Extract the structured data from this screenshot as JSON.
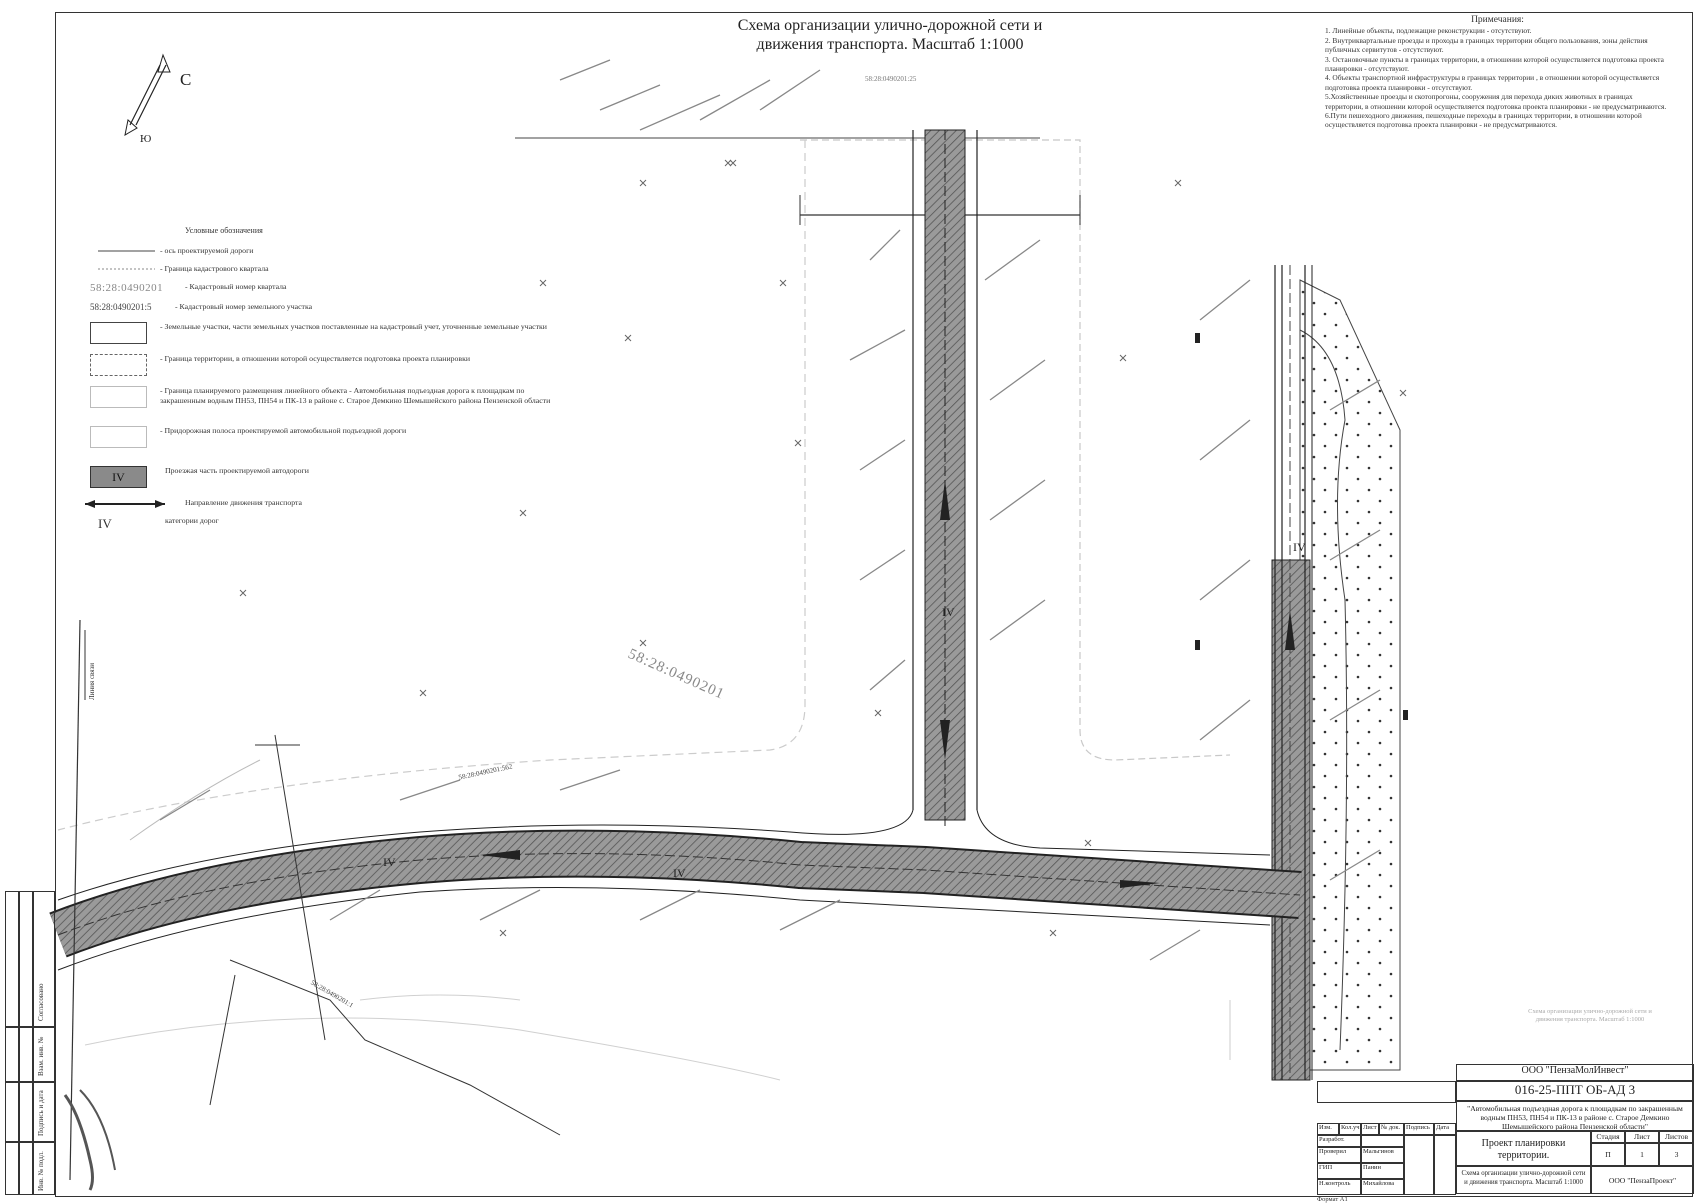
{
  "drawing": {
    "title_line1": "Схема организации улично-дорожной сети и",
    "title_line2": "движения транспорта. Масштаб 1:1000"
  },
  "compass": {
    "north": "С",
    "south": "Ю"
  },
  "notes": {
    "header": "Примечания:",
    "items": [
      "1. Линейные объекты, подлежащие реконструкции - отсутствуют.",
      "2. Внутриквартальные проезды и проходы в границах территории общего пользования, зоны действия публичных сервитутов - отсутствуют.",
      "3. Остановочные пункты в границах территории, в отношении которой осуществляется подготовка проекта планировки - отсутствуют.",
      "4. Объекты транспортной инфраструктуры в границах территории , в отношении которой осуществляется подготовка проекта планировки - отсутствуют.",
      "5.Хозяйственные проезды и скотопрогоны, сооружения для перехода диких животных в границах территории, в отношении которой осуществляется подготовка проекта планировки - не предусматриваются.",
      "6.Пути пешеходного движения, пешеходные переходы в границах территории, в отношении которой осуществляется подготовка проекта планировки - не предусматриваются."
    ]
  },
  "legend": {
    "header": "Условные обозначения",
    "items": [
      {
        "symbol": "",
        "text": "- ось проектируемой дороги"
      },
      {
        "symbol": "",
        "text": "- Граница кадастрового квартала"
      },
      {
        "symbol": "58:28:0490201",
        "text": "- Кадастровый номер квартала"
      },
      {
        "symbol": "58:28:0490201:5",
        "text": "- Кадастровый номер земельного участка"
      },
      {
        "symbol": "",
        "text": "- Земельные участки, части земельных участков поставленные на кадастровый учет, уточненные земельные участки"
      },
      {
        "symbol": "",
        "text": "- Граница территории, в отношении которой осуществляется подготовка проекта планировки"
      },
      {
        "symbol": "",
        "text": "- Граница планируемого размещения линейного объекта - Автомобильная подъездная дорога к площадкам по закрашенным водным ПН53, ПН54 и ПК-13 в районе с. Старое Демкино Шемышейского района Пензенской области"
      },
      {
        "symbol": "",
        "text": "- Придорожная полоса проектируемой автомобильной подъездной дороги"
      },
      {
        "symbol": "IV",
        "text": "Проезжая часть проектируемой автодороги"
      },
      {
        "symbol": "",
        "text": "Направление движения транспорта"
      },
      {
        "symbol": "IV",
        "text": "категории дорог"
      }
    ]
  },
  "map_labels": {
    "cadastral_quarter": "58:28:0490201",
    "road_category": "IV",
    "north_parcel": "58:28:0490201:25",
    "link_line": "Линия связи",
    "parcel_left": "58:28:0490201:562",
    "parcel_lower": "58:28:0490201:1"
  },
  "title_block": {
    "company": "ООО \"ПензаМолИнвест\"",
    "code": "016-25-ППТ ОБ-АД 3",
    "project_desc": "\"Автомобильная подъездная дорога к площадкам по закрашенным водным ПН53, ПН54 и ПК-13 в районе с. Старое Демкино Шемышейского района Пензенской области\"",
    "sheet_title_1": "Проект планировки",
    "sheet_title_2": "территории.",
    "scheme_desc": "Схема организации улично-дорожной сети и движения транспорта. Масштаб 1:1000",
    "stage_hdr": "Стадия",
    "sheet_hdr": "Лист",
    "sheets_hdr": "Листов",
    "stage_val": "П",
    "sheet_val": "1",
    "sheets_val": "3",
    "org": "ООО \"ПензаПроект\"",
    "cols": [
      "Изм.",
      "Кол.уч.",
      "Лист",
      "№ док.",
      "Подпись",
      "Дата"
    ],
    "roles": [
      {
        "role": "Разработ.",
        "name": ""
      },
      {
        "role": "Проверил",
        "name": "Мальгинов"
      },
      {
        "role": "ГИП",
        "name": "Панин"
      },
      {
        "role": "Н.контроль",
        "name": "Михайлова"
      }
    ],
    "format": "Формат А1"
  },
  "side_strip": {
    "labels": [
      "Согласовано",
      "Взам. инв. №",
      "Подпись и дата",
      "Инв. № подл."
    ]
  }
}
